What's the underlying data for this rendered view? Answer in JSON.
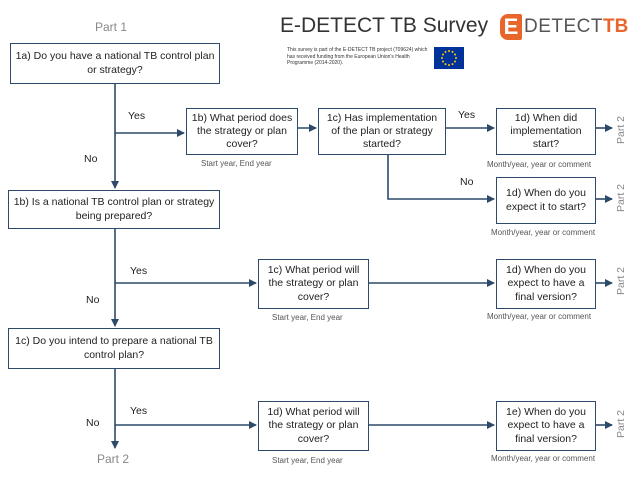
{
  "header": {
    "part_label": "Part 1",
    "title": "E-DETECT TB Survey",
    "funding_text": "This survey is part of the E-DETECT TB project (709624) which has received funding from the European Union's Health Programme (2014-2020).",
    "logo": {
      "e": "E",
      "detect": "DETECT",
      "tb": "TB"
    }
  },
  "colors": {
    "box_border": "#2d4a6b",
    "arrow": "#2d4a6b",
    "logo_orange": "#e8662a",
    "eu_blue": "#003399",
    "part_grey": "#888888"
  },
  "boxes": {
    "q1a": "1a) Do you have a national TB control plan or strategy?",
    "q1b_period": "1b) What period does the strategy or plan cover?",
    "q1c_started": "1c) Has implementation of the plan or strategy started?",
    "q1d_when_did": "1d) When did implementation start?",
    "q1d_expect_start": "1d) When do you expect it to start?",
    "q1b_prepared": "1b) Is a national TB control plan or strategy being prepared?",
    "q1c_period": "1c) What period will the strategy or plan cover?",
    "q1d_final": "1d) When do you expect to have a final version?",
    "q1c_intend": "1c) Do you intend to prepare a national TB control plan?",
    "q1d_period": "1d) What period will the strategy or plan cover?",
    "q1e_final": "1e) When do you expect to have a final version?"
  },
  "labels": {
    "yes": "Yes",
    "no": "No",
    "start_end": "Start year, End year",
    "month_year": "Month/year, year or comment",
    "part2": "Part 2"
  }
}
